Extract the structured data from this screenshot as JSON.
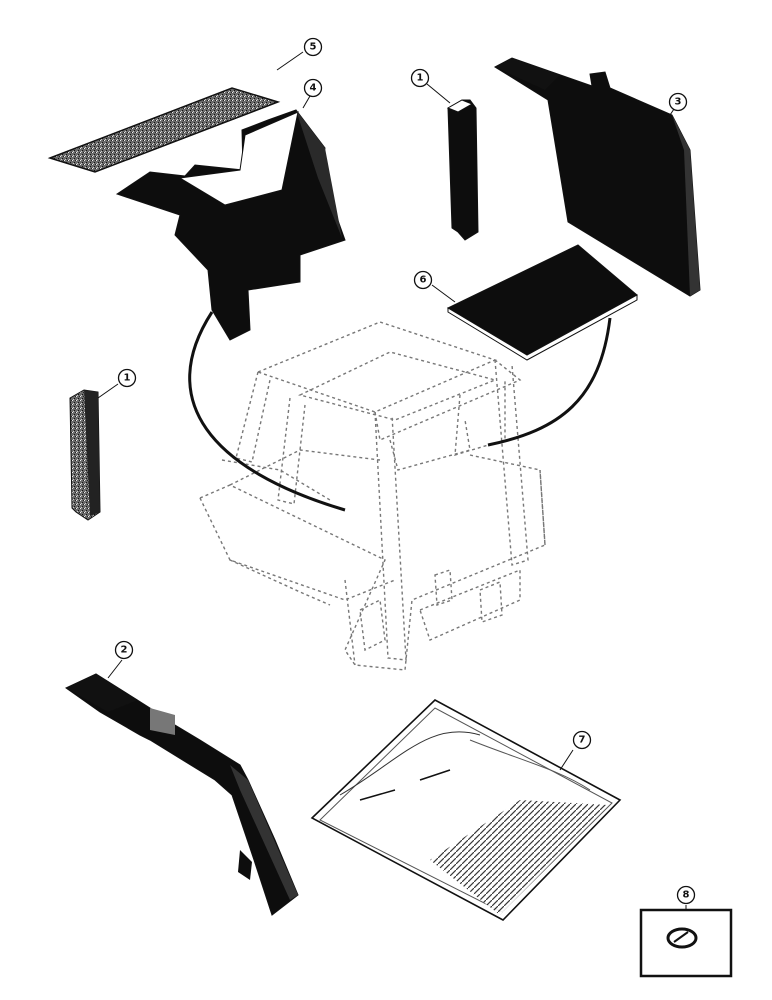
{
  "callouts": {
    "c1_top": "1",
    "c1_left": "1",
    "c2": "2",
    "c3": "3",
    "c4": "4",
    "c5": "5",
    "c6": "6",
    "c7": "7",
    "c8": "8"
  },
  "colors": {
    "ink": "#111111",
    "panel": "#0d0d0d",
    "cab_outline": "#777777",
    "background": "#ffffff"
  }
}
